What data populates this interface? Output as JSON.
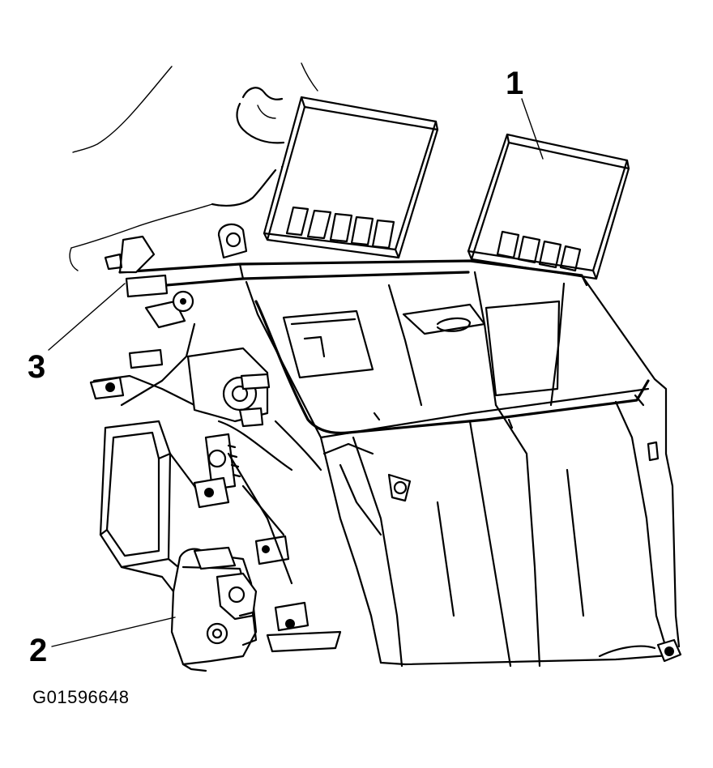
{
  "callouts": [
    {
      "id": "1",
      "label": "1"
    },
    {
      "id": "2",
      "label": "2"
    },
    {
      "id": "3",
      "label": "3"
    }
  ],
  "figure_id": "G01596648"
}
